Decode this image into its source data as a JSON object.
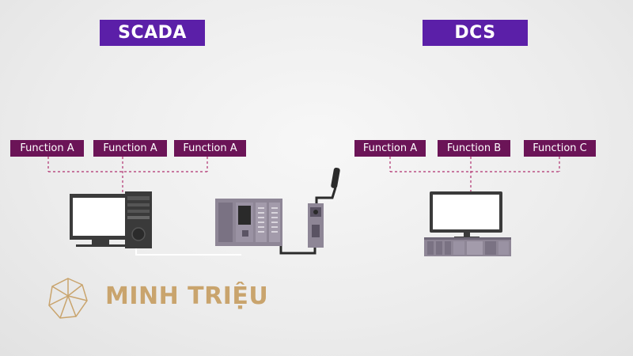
{
  "scada": {
    "title": "SCADA",
    "functions": [
      "Function A",
      "Function A",
      "Function A"
    ]
  },
  "dcs": {
    "title": "DCS",
    "functions": [
      "Function A",
      "Function B",
      "Function C"
    ]
  },
  "logo": {
    "text": "MINH TRIỆU",
    "icon": "crystal-gem-icon"
  },
  "colors": {
    "title_bg": "#5b1fa8",
    "function_bg": "#6b1457",
    "connector": "#b0306f",
    "logo_gold": "#c9a46d"
  }
}
